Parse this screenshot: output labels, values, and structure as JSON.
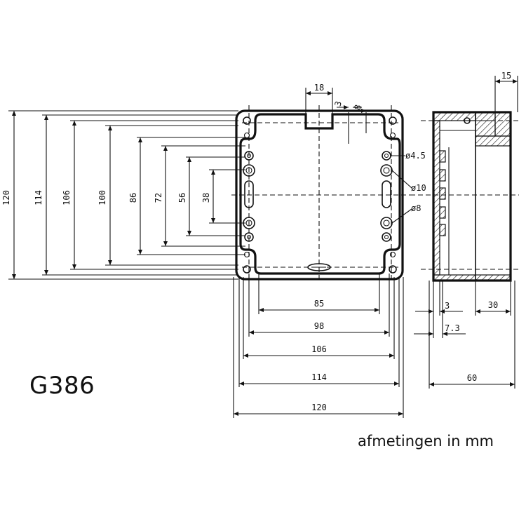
{
  "model": "G386",
  "units_note": "afmetingen in mm",
  "front_view": {
    "vertical_dims": [
      "120",
      "114",
      "106",
      "100",
      "86",
      "72",
      "56",
      "38"
    ],
    "horizontal_dims": [
      "85",
      "98",
      "106",
      "114",
      "120"
    ],
    "top_dims": [
      "18",
      "3",
      "8"
    ],
    "hole_labels": [
      "ø4.5",
      "ø10",
      "ø8"
    ]
  },
  "side_view": {
    "dims": [
      "15",
      "3",
      "30",
      "7.3",
      "60"
    ]
  }
}
